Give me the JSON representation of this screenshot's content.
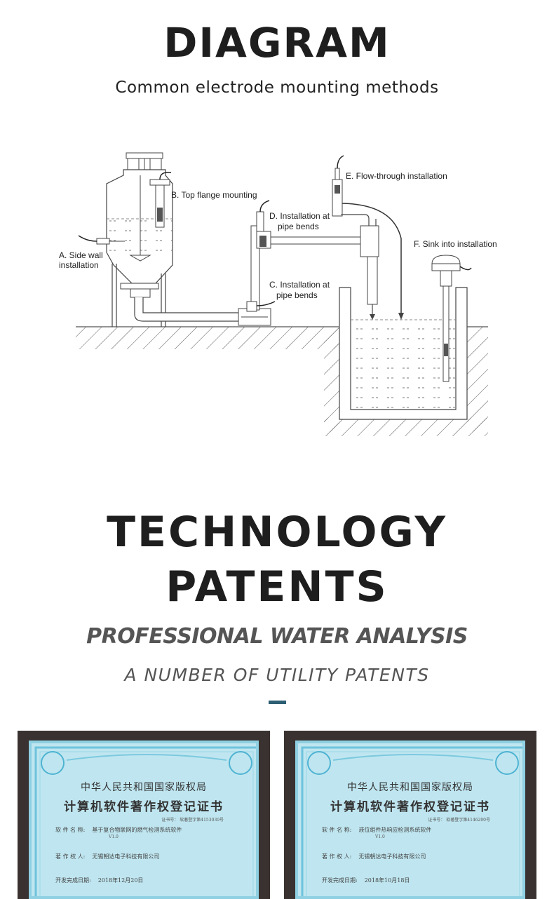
{
  "header": {
    "title": "DIAGRAM",
    "subtitle": "Common electrode mounting methods"
  },
  "diagram": {
    "labels": {
      "a1": "A. Side wall",
      "a2": "installation",
      "b": "B. Top flange mounting",
      "c1": "C. Installation at",
      "c2": "pipe bends",
      "d1": "D. Installation at",
      "d2": "pipe bends",
      "e": "E. Flow-through installation",
      "f": "F. Sink into installation"
    }
  },
  "patents": {
    "title_line1": "TECHNOLOGY",
    "title_line2": "PATENTS",
    "tagline": "PROFESSIONAL WATER ANALYSIS",
    "subtitle": "A NUMBER OF UTILITY PATENTS",
    "accent_color": "#2d5f73"
  },
  "certificates": [
    {
      "issuer": "中华人民共和国国家版权局",
      "title": "计算机软件著作权登记证书",
      "cert_no": "证书号： 软著登字第4153030号",
      "software_label": "软 件 名 称:",
      "software_name": "基于复合物联网的燃气检测系统软件",
      "version": "V1.0",
      "owner_label": "著 作 权 人:",
      "owner": "无锡朝达电子科技有限公司",
      "date_label": "开发完成日期:",
      "date": "2018年12月20日"
    },
    {
      "issuer": "中华人民共和国国家版权局",
      "title": "计算机软件著作权登记证书",
      "cert_no": "证书号： 软著登字第4146200号",
      "software_label": "软 件 名 称:",
      "software_name": "液位组件热响应检测系统软件",
      "version": "V1.0",
      "owner_label": "著 作 权 人:",
      "owner": "无锡朝达电子科技有限公司",
      "date_label": "开发完成日期:",
      "date": "2018年10月18日"
    }
  ]
}
